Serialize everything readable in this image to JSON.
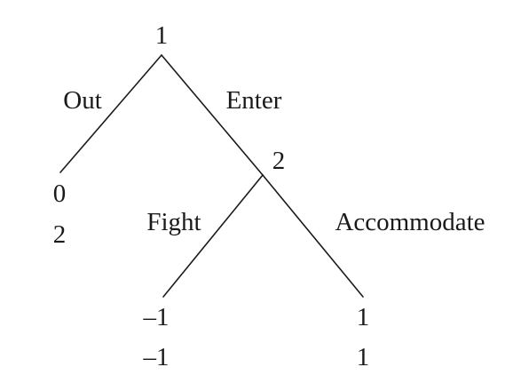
{
  "game_tree": {
    "nodes": {
      "root_player": "1",
      "second_player": "2"
    },
    "actions": {
      "out": "Out",
      "enter": "Enter",
      "fight": "Fight",
      "accommodate": "Accommodate"
    },
    "payoffs": {
      "out": {
        "player1": "0",
        "player2": "2"
      },
      "fight": {
        "player1": "–1",
        "player2": "–1"
      },
      "accommodate": {
        "player1": "1",
        "player2": "1"
      }
    }
  }
}
